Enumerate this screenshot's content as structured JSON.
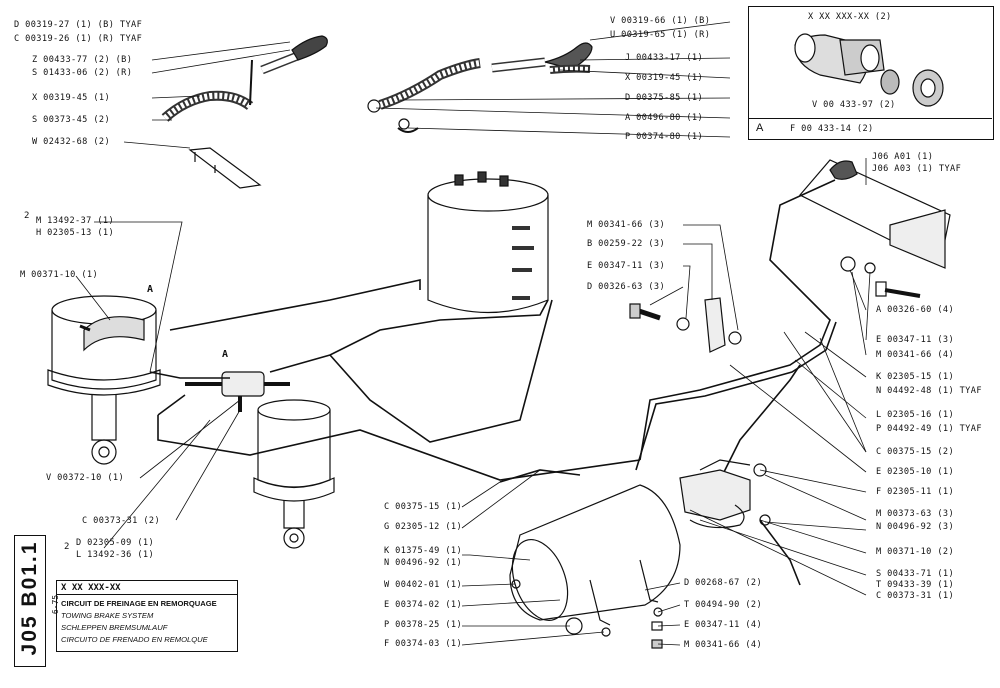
{
  "sheet": {
    "code": "J05 B01.1",
    "date": "6-75"
  },
  "title_block": {
    "ref": "X XX XXX-XX",
    "fr": "CIRCUIT DE FREINAGE EN REMORQUAGE",
    "en": "TOWING BRAKE SYSTEM",
    "de": "SCHLEPPEN BREMSUMLAUF",
    "es": "CIRCUITO DE FRENADO EN REMOLQUE"
  },
  "inset": {
    "ref_top": "X XX XXX-XX (2)",
    "ref_v": "V 00 433-97 (2)",
    "tag": "A",
    "ref_f": "F 00 433-14 (2)"
  },
  "labels": {
    "l01": "D 00319-27 (1) (B) TYAF",
    "l02": "C 00319-26 (1) (R) TYAF",
    "l03": "Z 00433-77 (2) (B)",
    "l04": "S 01433-06 (2) (R)",
    "l05": "X 00319-45 (1)",
    "l06": "S 00373-45 (2)",
    "l07": "W 02432-68 (2)",
    "l08": "V 00319-66 (1) (B)",
    "l09": "U 00319-65 (1) (R)",
    "l10": "J 00433-17 (1)",
    "l11": "X 00319-45 (1)",
    "l12": "D 00375-85 (1)",
    "l13": "A 00496-80 (1)",
    "l14": "P 00374-80 (1)",
    "l15": "J06 A01 (1)",
    "l16": "J06 A03 (1) TYAF",
    "l17": "M 13492-37 (1)",
    "l18": "H 02305-13 (1)",
    "l19": "M 00371-10 (1)",
    "l20": "M 00341-66 (3)",
    "l21": "B 00259-22 (3)",
    "l22": "E 00347-11 (3)",
    "l23": "D 00326-63 (3)",
    "l24": "A 00326-60 (4)",
    "l25": "E 00347-11 (3)",
    "l26": "M 00341-66 (4)",
    "l27": "K 02305-15 (1)",
    "l28": "N 04492-48 (1) TYAF",
    "l29": "L 02305-16 (1)",
    "l30": "P 04492-49 (1) TYAF",
    "l31": "C 00375-15 (2)",
    "l32": "E 02305-10 (1)",
    "l33": "F 02305-11 (1)",
    "l34": "M 00373-63 (3)",
    "l35": "N 00496-92 (3)",
    "l36": "M 00371-10 (2)",
    "l37": "S 00433-71 (1)",
    "l38": "T 09433-39 (1)",
    "l39": "C 00373-31 (1)",
    "l40": "V 00372-10 (1)",
    "l41": "C 00373-31 (2)",
    "l42": "D 02305-09 (1)",
    "l43": "L 13492-36 (1)",
    "l44": "C 00375-15 (1)",
    "l45": "G 02305-12 (1)",
    "l46": "K 01375-49 (1)",
    "l47": "N 00496-92 (1)",
    "l48": "W 00402-01 (1)",
    "l49": "E 00374-02 (1)",
    "l50": "P 00378-25 (1)",
    "l51": "F 00374-03 (1)",
    "l52": "D 00268-67 (2)",
    "l53": "T 00494-90 (2)",
    "l54": "E 00347-11 (4)",
    "l55": "M 00341-66 (4)",
    "tagA1": "A",
    "tagA2": "A",
    "circ1": "2",
    "circ2": "2"
  }
}
